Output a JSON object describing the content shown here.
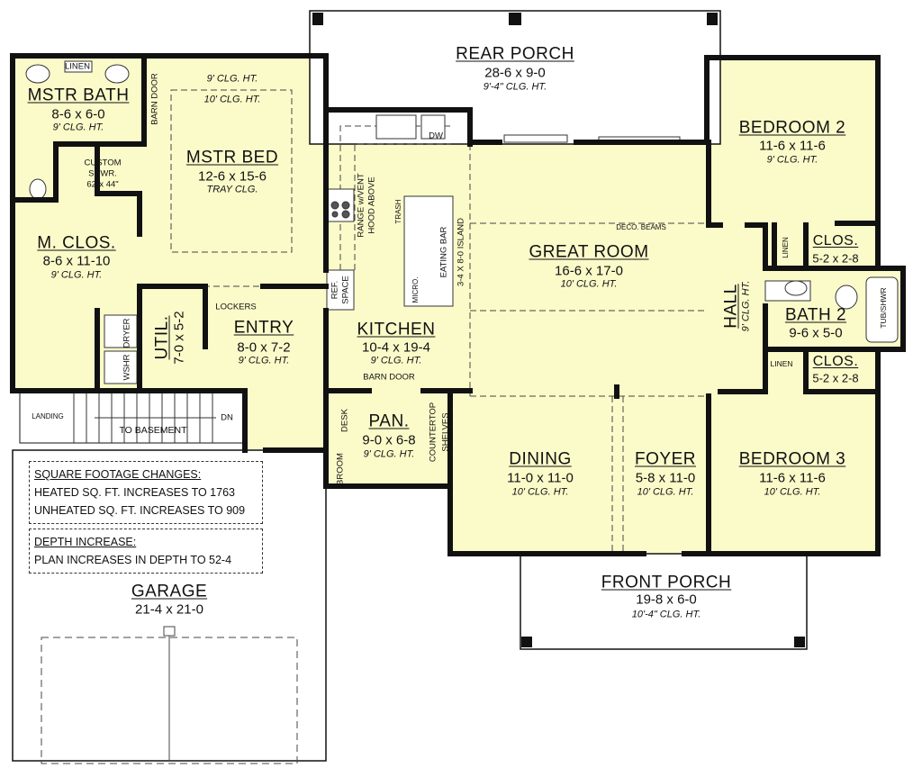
{
  "colors": {
    "floor": "#fbfbca",
    "wall": "#111111",
    "outdoor": "#ffffff"
  },
  "rear_porch": {
    "name": "REAR PORCH",
    "size": "28-6 x 9-0",
    "ceiling": "9'-4\" CLG. HT."
  },
  "mstr_bath": {
    "name": "MSTR BATH",
    "size": "8-6 x 6-0",
    "ceiling": "9' CLG. HT.",
    "linen": "LINEN",
    "shower": [
      "CUSTOM",
      "SHWR.",
      "62\"x 44\""
    ],
    "barn_door": "BARN DOOR"
  },
  "mstr_bed": {
    "name": "MSTR BED",
    "size": "12-6 x 15-6",
    "ceiling": "TRAY CLG.",
    "ceiling_outer": "9' CLG. HT.",
    "ceiling_inner": "10' CLG. HT."
  },
  "m_clos": {
    "name": "M. CLOS.",
    "size": "8-6 x 11-10",
    "ceiling": "9' CLG. HT."
  },
  "entry": {
    "name": "ENTRY",
    "size": "8-0 x 7-2",
    "ceiling": "9' CLG. HT.",
    "lockers": "LOCKERS"
  },
  "util": {
    "name": "UTIL.",
    "size": "7-0 x 5-2",
    "dryer": "DRYER",
    "washer": "WSHR"
  },
  "stairs": {
    "landing": "LANDING",
    "to_basement": "TO BASEMENT",
    "down": "DN"
  },
  "notes": {
    "sqft_title": "SQUARE FOOTAGE CHANGES:",
    "heated": "HEATED SQ. FT. INCREASES TO 1763",
    "unheated": "UNHEATED SQ. FT. INCREASES TO 909",
    "depth_title": "DEPTH INCREASE:",
    "depth": "PLAN INCREASES IN DEPTH TO 52-4"
  },
  "garage": {
    "name": "GARAGE",
    "size": "21-4 x 21-0"
  },
  "kitchen": {
    "name": "KITCHEN",
    "size": "10-4 x 19-4",
    "ceiling": "9' CLG. HT.",
    "barn_door": "BARN DOOR",
    "range": "RANGE w/VENT",
    "hood": "HOOD ABOVE",
    "trash": "TRASH",
    "micro": "MICRO.",
    "eating_bar": "EATING BAR",
    "island": "3-4 X 8-0 ISLAND",
    "ref": "REF.",
    "space": "SPACE",
    "dw": "DW"
  },
  "great_room": {
    "name": "GREAT ROOM",
    "size": "16-6 x 17-0",
    "ceiling": "10' CLG. HT.",
    "beams": "DECO. BEAMS"
  },
  "bedroom2": {
    "name": "BEDROOM 2",
    "size": "11-6 x 11-6",
    "ceiling": "9' CLG. HT."
  },
  "clos_upper": {
    "name": "CLOS.",
    "size": "5-2 x 2-8",
    "linen": "LINEN"
  },
  "hall": {
    "name": "HALL",
    "ceiling": "9' CLG. HT."
  },
  "bath2": {
    "name": "BATH 2",
    "size": "9-6 x 5-0",
    "tub": "TUB/SHWR"
  },
  "clos_lower": {
    "name": "CLOS.",
    "size": "5-2 x 2-8",
    "linen": "LINEN"
  },
  "bedroom3": {
    "name": "BEDROOM 3",
    "size": "11-6 x 11-6",
    "ceiling": "10' CLG. HT."
  },
  "pantry": {
    "name": "PAN.",
    "size": "9-0 x 6-8",
    "ceiling": "9' CLG. HT.",
    "desk": "DESK",
    "broom": "BROOM",
    "countertop": "COUNTERTOP",
    "shelves": "SHELVES"
  },
  "dining": {
    "name": "DINING",
    "size": "11-0 x 11-0",
    "ceiling": "10' CLG. HT."
  },
  "foyer": {
    "name": "FOYER",
    "size": "5-8 x 11-0",
    "ceiling": "10' CLG. HT."
  },
  "front_porch": {
    "name": "FRONT PORCH",
    "size": "19-8 x 6-0",
    "ceiling": "10'-4\" CLG. HT."
  }
}
